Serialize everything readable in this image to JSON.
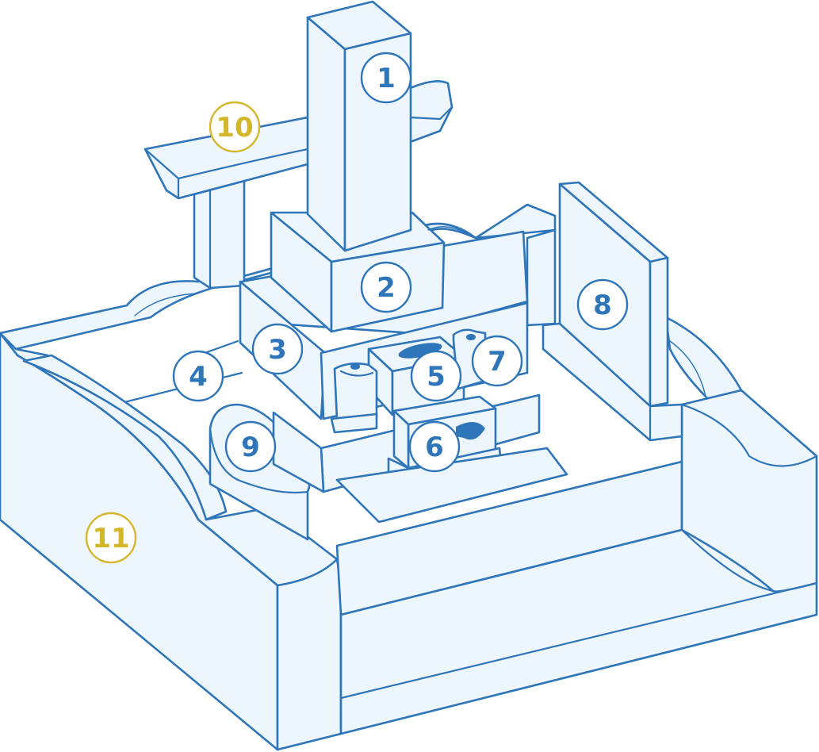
{
  "colors": {
    "line": "#2e75b9",
    "fill": "#eef6fd",
    "badge_blue": "#2e75b9",
    "badge_gold": "#d4b62c"
  },
  "badges": [
    {
      "id": "1",
      "label": "1",
      "color": "blue"
    },
    {
      "id": "2",
      "label": "2",
      "color": "blue"
    },
    {
      "id": "3",
      "label": "3",
      "color": "blue"
    },
    {
      "id": "4",
      "label": "4",
      "color": "blue"
    },
    {
      "id": "5",
      "label": "5",
      "color": "blue"
    },
    {
      "id": "6",
      "label": "6",
      "color": "blue"
    },
    {
      "id": "7",
      "label": "7",
      "color": "blue"
    },
    {
      "id": "8",
      "label": "8",
      "color": "blue"
    },
    {
      "id": "9",
      "label": "9",
      "color": "blue"
    },
    {
      "id": "10",
      "label": "10",
      "color": "gold"
    },
    {
      "id": "11",
      "label": "11",
      "color": "gold"
    }
  ]
}
